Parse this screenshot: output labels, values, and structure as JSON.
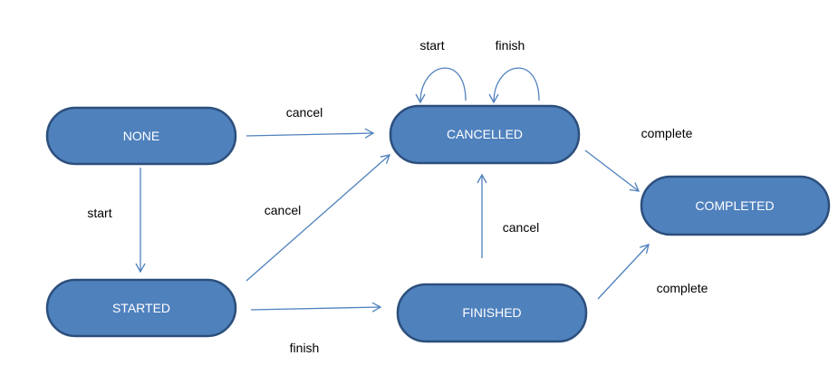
{
  "diagram": {
    "states": {
      "none": "NONE",
      "started": "STARTED",
      "cancelled": "CANCELLED",
      "finished": "FINISHED",
      "completed": "COMPLETED"
    },
    "transitions": {
      "none_to_started": "start",
      "none_to_cancelled": "cancel",
      "started_to_cancelled": "cancel",
      "started_to_finished": "finish",
      "finished_to_cancelled": "cancel",
      "cancelled_to_completed": "complete",
      "finished_to_completed": "complete",
      "cancelled_self_start": "start",
      "cancelled_self_finish": "finish"
    },
    "colors": {
      "node_fill": "#4f81bd",
      "node_border": "#2c4f7c",
      "edge": "#4f81bd"
    }
  }
}
